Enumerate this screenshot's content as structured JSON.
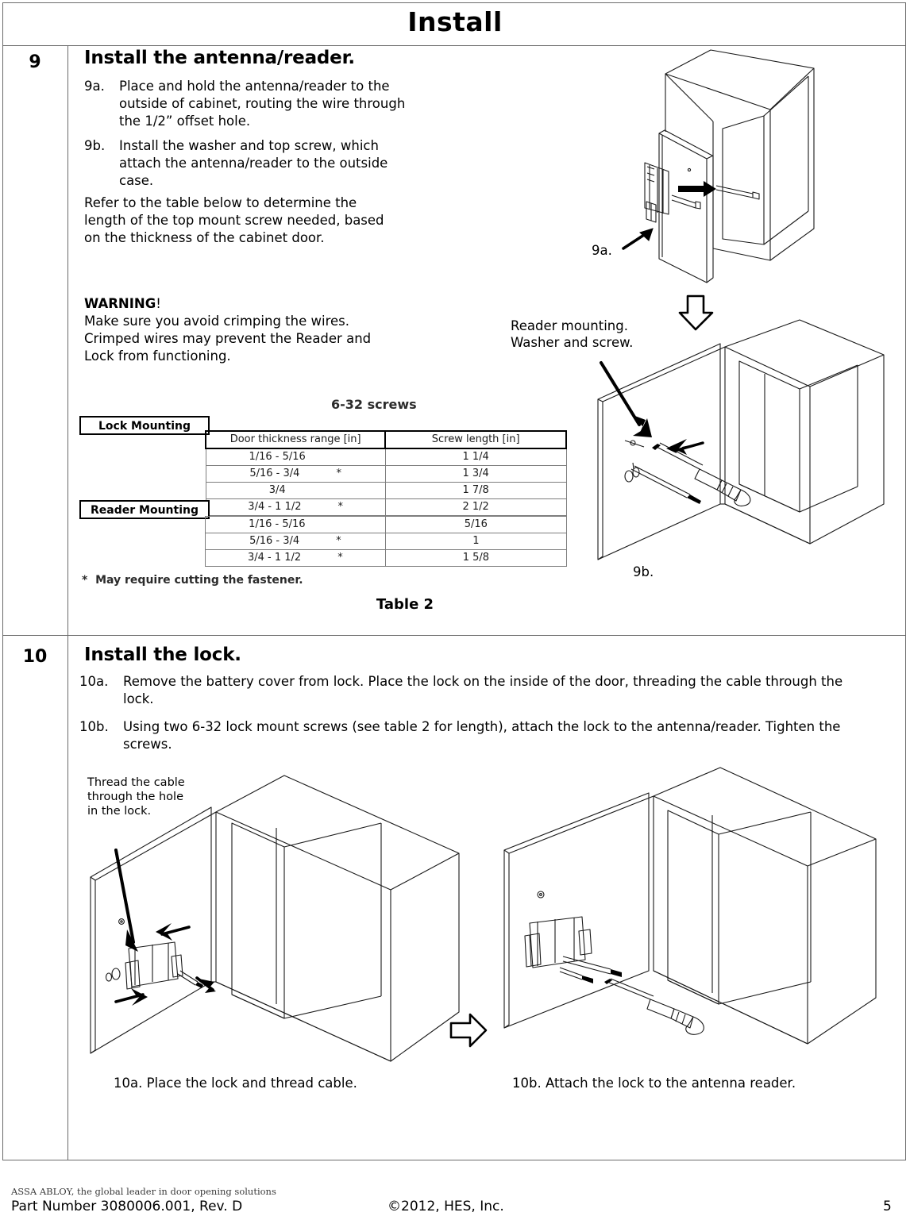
{
  "page": {
    "title": "Install",
    "number": "5"
  },
  "steps": [
    {
      "number": "9",
      "heading": "Install the antenna/reader.",
      "items": [
        {
          "marker": "9a.",
          "text": "Place and hold the antenna/reader  to the outside of cabinet, routing the wire through the 1/2” offset hole."
        },
        {
          "marker": "9b.",
          "text": "Install the washer and top screw, which attach the antenna/reader to the outside case."
        }
      ],
      "note": "Refer to the table below to determine the length of the top mount screw needed, based on the thickness of the cabinet door.",
      "warning_title": "WARNING",
      "warning_bang": "!",
      "warning_text": "Make sure you avoid crimping the wires. Crimped wires may prevent the Reader and Lock from functioning.",
      "figure_labels": {
        "fig_9a": "9a.",
        "fig_9b": "9b.",
        "reader_mounting_line1": "Reader mounting.",
        "reader_mounting_line2": "Washer and screw."
      }
    },
    {
      "number": "10",
      "heading": "Install the lock.",
      "items": [
        {
          "marker": "10a.",
          "text": "Remove the battery cover from lock. Place the lock on the inside of the door, threading the cable through the lock."
        },
        {
          "marker": "10b.",
          "text": "Using two 6-32 lock mount screws (see table 2 for length), attach the lock to the antenna/reader. Tighten the screws."
        }
      ],
      "callout": "Thread the cable through the hole in the lock.",
      "captions": {
        "left": "10a.  Place the lock and thread cable.",
        "right": "10b. Attach the lock to the antenna reader."
      }
    }
  ],
  "table": {
    "caption": "Table 2",
    "screws_title": "6-32 screws",
    "columns": [
      "Door thickness range [in]",
      "Screw length [in]"
    ],
    "sections": [
      {
        "label": "Lock Mounting",
        "rows": [
          {
            "range": "1/16 - 5/16",
            "star": "",
            "length": "1 1/4"
          },
          {
            "range": "5/16 - 3/4",
            "star": "*",
            "length": "1 3/4"
          },
          {
            "range": "3/4",
            "star": "",
            "length": "1 7/8"
          },
          {
            "range": "3/4 - 1 1/2",
            "star": "*",
            "length": "2 1/2"
          }
        ]
      },
      {
        "label": "Reader Mounting",
        "rows": [
          {
            "range": "1/16 - 5/16",
            "star": "",
            "length": "5/16"
          },
          {
            "range": "5/16 - 3/4",
            "star": "*",
            "length": "1"
          },
          {
            "range": "3/4 - 1 1/2",
            "star": "*",
            "length": "1 5/8"
          }
        ]
      }
    ],
    "footnote_marker": "*",
    "footnote": "May require cutting the fastener."
  },
  "footer": {
    "tagline": "ASSA ABLOY, the global leader in door opening solutions",
    "part_number": "Part Number 3080006.001, Rev. D",
    "copyright": "©2012, HES, Inc.",
    "page_number": "5"
  }
}
